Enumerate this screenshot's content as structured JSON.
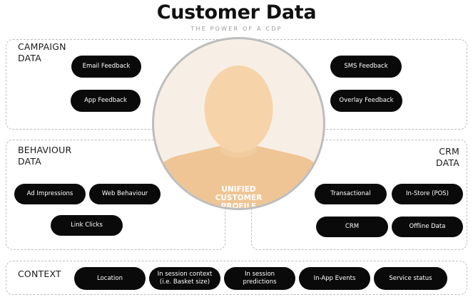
{
  "header": {
    "title": "Customer Data",
    "subtitle": "THE POWER OF A CDP"
  },
  "colors": {
    "pill_background": "#0a0a0a",
    "pill_text": "#ffffff",
    "circle_background": "#f7efe6",
    "silhouette_head": "#f6d3a8",
    "silhouette_body": "#efc595",
    "panel_border": "#bdbdbd"
  },
  "center": {
    "line1": "UNIFIED",
    "line2": "CUSTOMER",
    "line3": "PROFILE",
    "icon": "person-silhouette-icon"
  },
  "campaign": {
    "label_line1": "CAMPAIGN",
    "label_line2": "DATA",
    "items": [
      "Email Feedback",
      "App Feedback",
      "SMS Feedback",
      "Overlay Feedback"
    ]
  },
  "behaviour": {
    "label_line1": "BEHAVIOUR",
    "label_line2": "DATA",
    "items": [
      "Ad Impressions",
      "Web Behaviour",
      "Link Clicks"
    ]
  },
  "crm": {
    "label_line1": "CRM",
    "label_line2": "DATA",
    "items": [
      "Transactional",
      "In-Store (POS)",
      "CRM",
      "Offline Data"
    ]
  },
  "context": {
    "label": "CONTEXT",
    "items": [
      {
        "line1": "Location",
        "line2": ""
      },
      {
        "line1": "In session context",
        "line2": "(i.e. Basket size)"
      },
      {
        "line1": "In session",
        "line2": "predictions"
      },
      {
        "line1": "In-App Events",
        "line2": ""
      },
      {
        "line1": "Service status",
        "line2": ""
      }
    ]
  }
}
